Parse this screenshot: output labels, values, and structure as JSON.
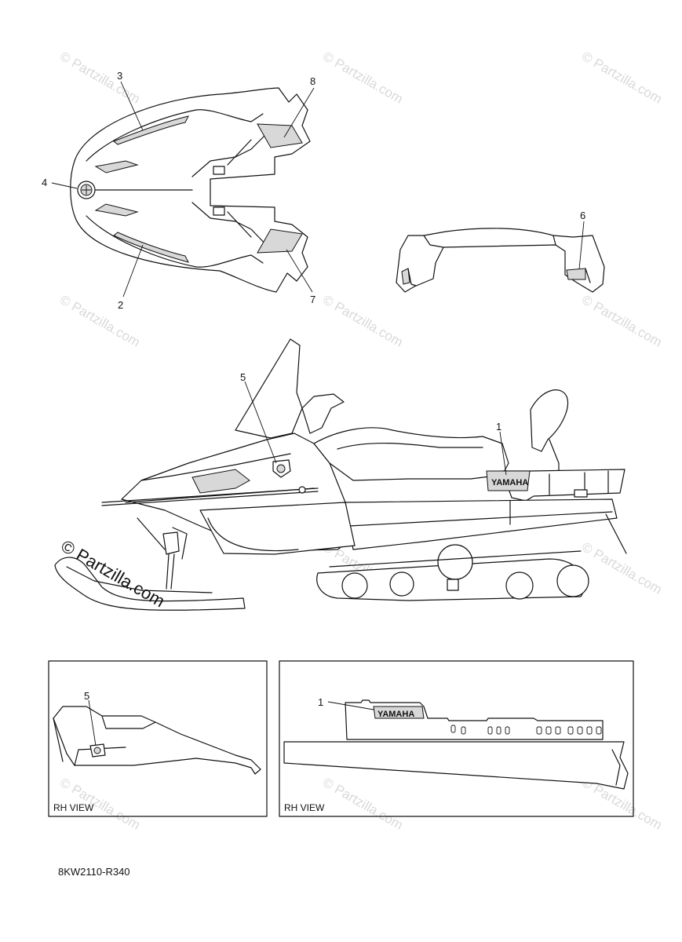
{
  "watermark": {
    "text": "© Partzilla.com"
  },
  "callouts": {
    "c1": "1",
    "c2": "2",
    "c3": "3",
    "c4": "4",
    "c5": "5",
    "c6": "6",
    "c7": "7",
    "c8": "8",
    "inset_left_5": "5",
    "inset_right_1": "1"
  },
  "decal_text": "YAMAHA",
  "insets": {
    "left_label": "RH VIEW",
    "right_label": "RH VIEW"
  },
  "diagram_code": "8KW2110-R340"
}
